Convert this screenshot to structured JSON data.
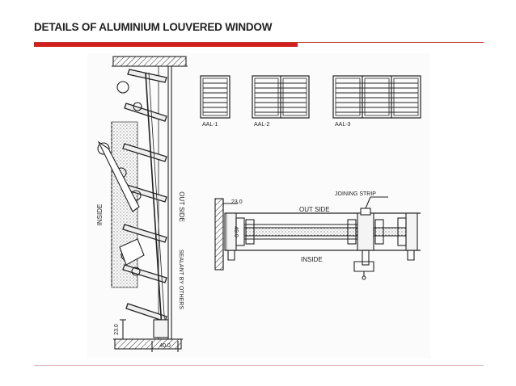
{
  "slide": {
    "title": "DETAILS OF ALUMINIUM LOUVERED WINDOW",
    "accent_color": "#d21f1f"
  },
  "drawing": {
    "section_labels": {
      "inside": "INSIDE",
      "outside": "OUT SIDE",
      "sealant": "SEALANT BY OTHERS",
      "dim_bottom_height": "23.0",
      "dim_bottom_width": "40.0"
    },
    "elevations": [
      {
        "label": "AAL-1",
        "panels": 1
      },
      {
        "label": "AAL-2",
        "panels": 2
      },
      {
        "label": "AAL-3",
        "panels": 3
      }
    ],
    "plan_labels": {
      "dim_top": "23.0",
      "outside": "OUT SIDE",
      "joining_strip": "JOINING STRIP",
      "dim_side": "49.0",
      "inside": "INSIDE"
    }
  }
}
